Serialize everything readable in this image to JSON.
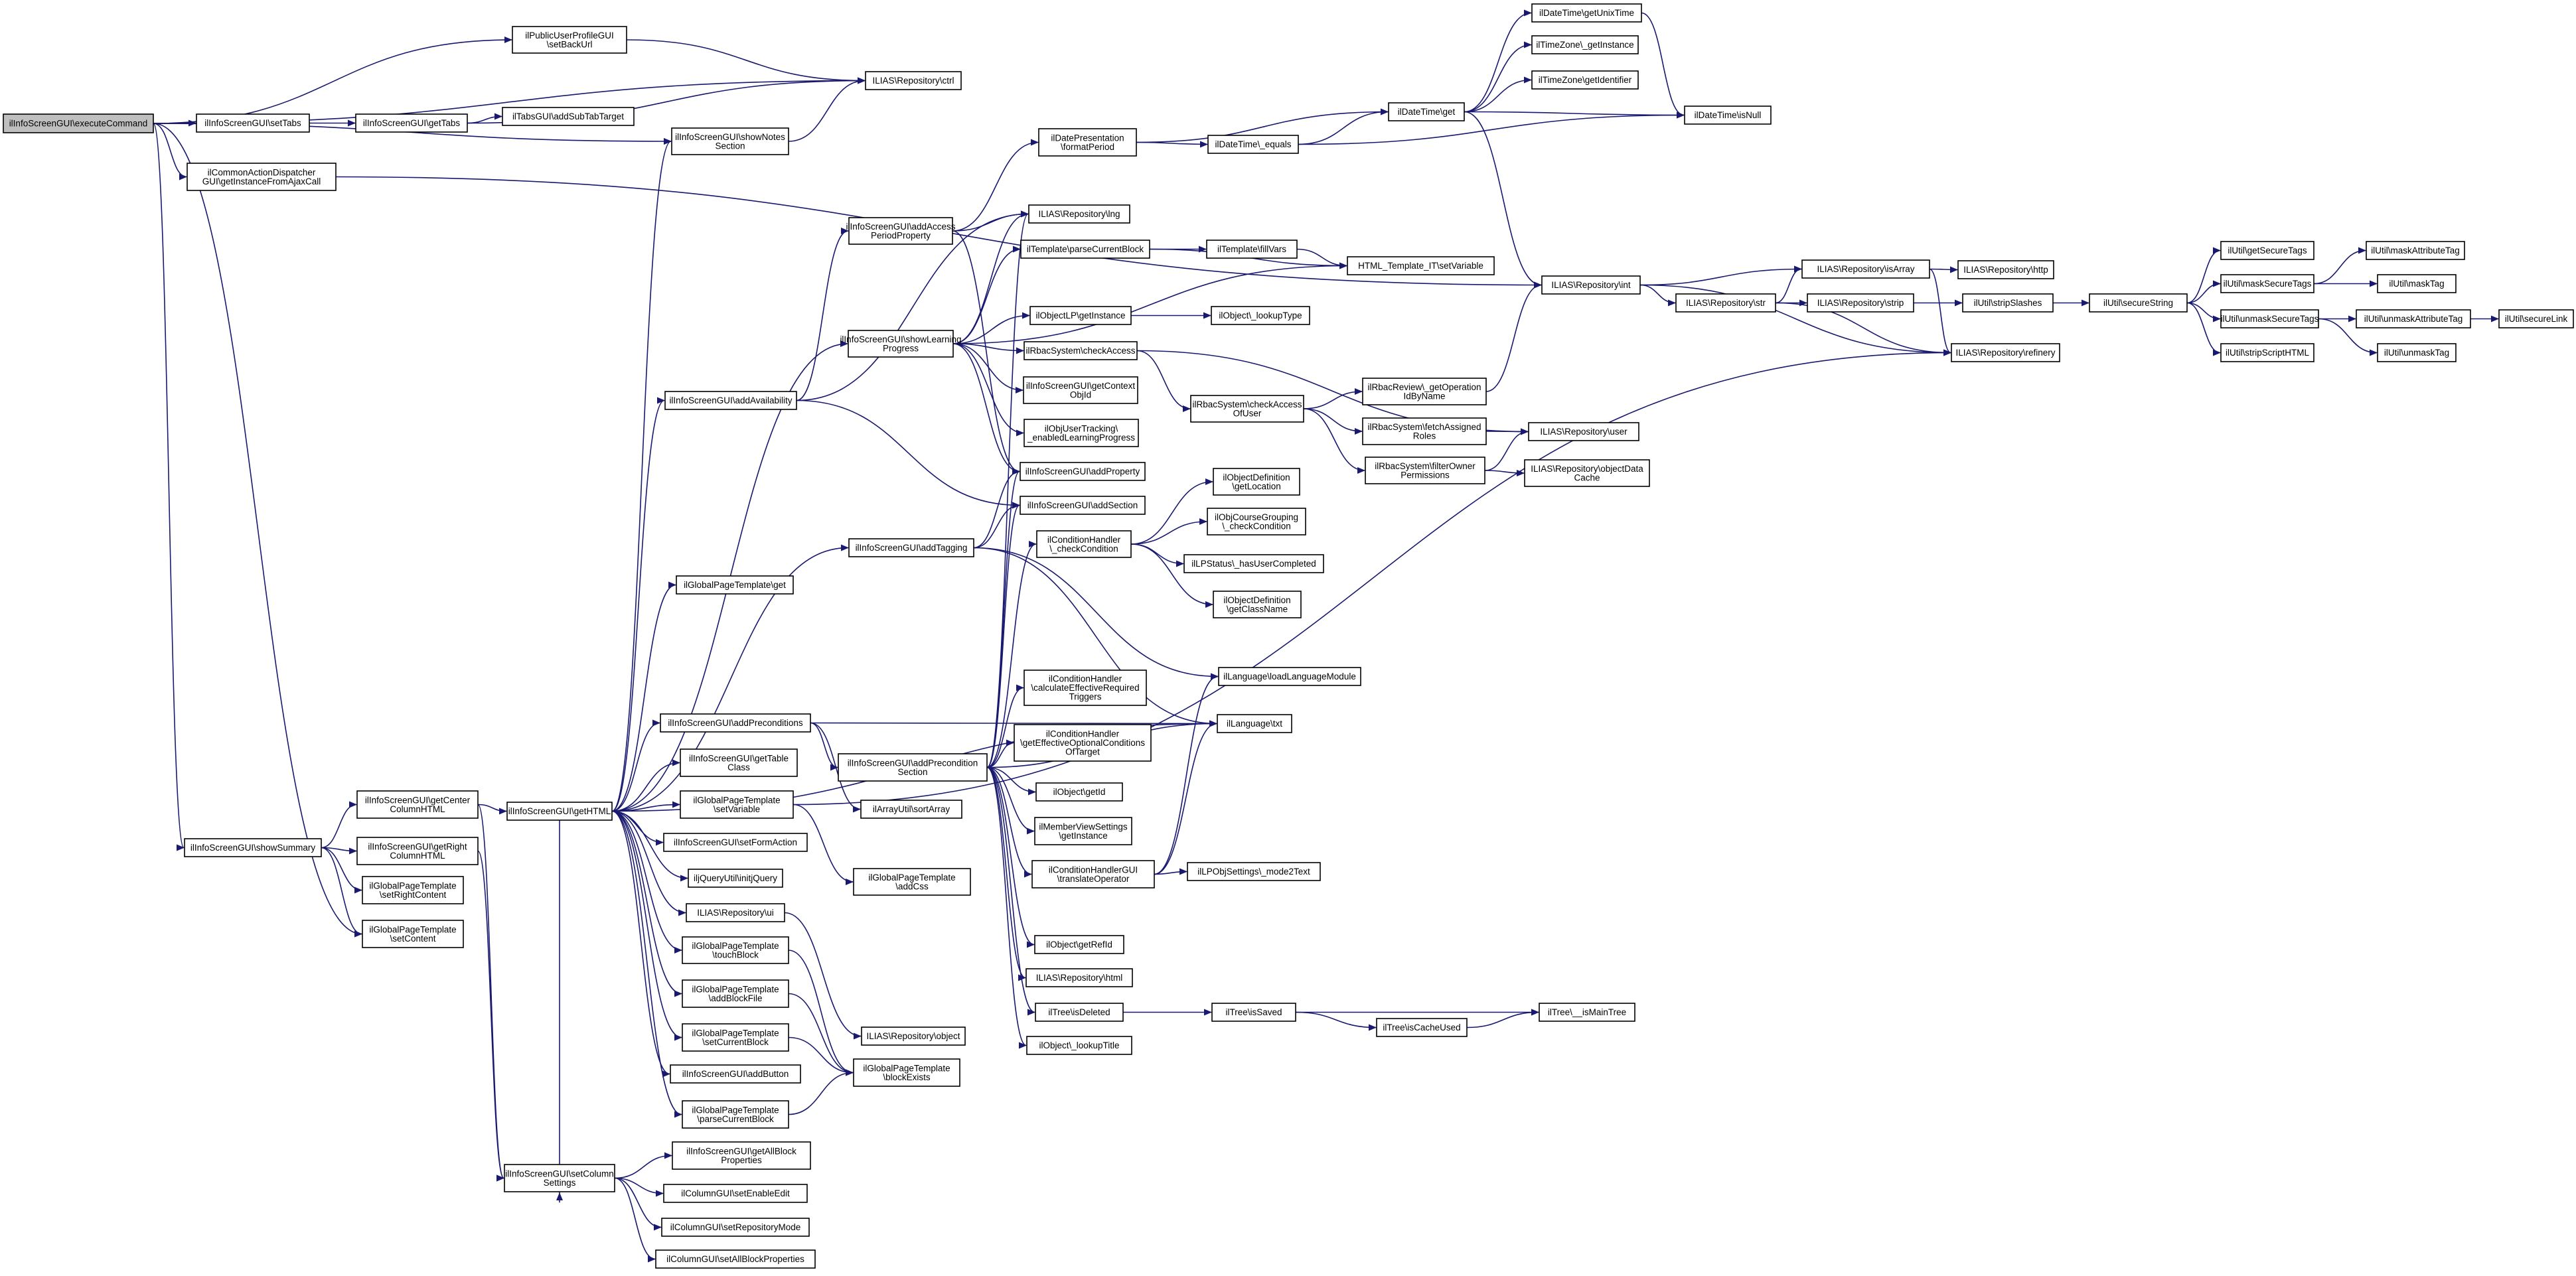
{
  "colors": {
    "edge": "#191970",
    "node_border": "#000000",
    "node_fill": "#ffffff",
    "root_fill": "#bfbfbf"
  },
  "nodes": [
    {
      "id": "n0",
      "lines": [
        "ilInfoScreenGUI\\executeCommand"
      ],
      "root": true
    },
    {
      "id": "n1",
      "lines": [
        "ilPublicUserProfileGUI",
        "\\setBackUrl"
      ]
    },
    {
      "id": "n2",
      "lines": [
        "ILIAS\\Repository\\ctrl"
      ]
    },
    {
      "id": "n3",
      "lines": [
        "ilInfoScreenGUI\\setTabs"
      ]
    },
    {
      "id": "n4",
      "lines": [
        "ilInfoScreenGUI\\getTabs"
      ]
    },
    {
      "id": "n5",
      "lines": [
        "ilTabsGUI\\addSubTabTarget"
      ]
    },
    {
      "id": "n6",
      "lines": [
        "ilInfoScreenGUI\\showNotes",
        "Section"
      ]
    },
    {
      "id": "n7",
      "lines": [
        "ilCommonActionDispatcher",
        "GUI\\getInstanceFromAjaxCall"
      ]
    },
    {
      "id": "n8",
      "lines": [
        "ilDatePresentation",
        "\\formatPeriod"
      ]
    },
    {
      "id": "n9",
      "lines": [
        "ilDateTime\\getUnixTime"
      ]
    },
    {
      "id": "n10",
      "lines": [
        "ilTimeZone\\_getInstance"
      ]
    },
    {
      "id": "n11",
      "lines": [
        "ilTimeZone\\getIdentifier"
      ]
    },
    {
      "id": "n12",
      "lines": [
        "ilDateTime\\get"
      ]
    },
    {
      "id": "n13",
      "lines": [
        "ilDateTime\\isNull"
      ]
    },
    {
      "id": "n14",
      "lines": [
        "ilDateTime\\_equals"
      ]
    },
    {
      "id": "n15",
      "lines": [
        "ilInfoScreenGUI\\addAccess",
        "PeriodProperty"
      ]
    },
    {
      "id": "n16",
      "lines": [
        "ILIAS\\Repository\\lng"
      ]
    },
    {
      "id": "n17",
      "lines": [
        "ilTemplate\\parseCurrentBlock"
      ]
    },
    {
      "id": "n18",
      "lines": [
        "ilTemplate\\fillVars"
      ]
    },
    {
      "id": "n19",
      "lines": [
        "HTML_Template_IT\\setVariable"
      ]
    },
    {
      "id": "n20",
      "lines": [
        "ILIAS\\Repository\\int"
      ]
    },
    {
      "id": "n21",
      "lines": [
        "ILIAS\\Repository\\isArray"
      ]
    },
    {
      "id": "n22",
      "lines": [
        "ILIAS\\Repository\\http"
      ]
    },
    {
      "id": "n23",
      "lines": [
        "ILIAS\\Repository\\str"
      ]
    },
    {
      "id": "n24",
      "lines": [
        "ILIAS\\Repository\\strip"
      ]
    },
    {
      "id": "n25",
      "lines": [
        "ilUtil\\stripSlashes"
      ]
    },
    {
      "id": "n26",
      "lines": [
        "ilUtil\\secureString"
      ]
    },
    {
      "id": "n27",
      "lines": [
        "ilUtil\\getSecureTags"
      ]
    },
    {
      "id": "n28",
      "lines": [
        "ilUtil\\maskSecureTags"
      ]
    },
    {
      "id": "n29",
      "lines": [
        "ilUtil\\maskAttributeTag"
      ]
    },
    {
      "id": "n30",
      "lines": [
        "ilUtil\\maskTag"
      ]
    },
    {
      "id": "n31",
      "lines": [
        "ilUtil\\unmaskSecureTags"
      ]
    },
    {
      "id": "n32",
      "lines": [
        "ilUtil\\unmaskAttributeTag"
      ]
    },
    {
      "id": "n33",
      "lines": [
        "ilUtil\\secureLink"
      ]
    },
    {
      "id": "n34",
      "lines": [
        "ilUtil\\unmaskTag"
      ]
    },
    {
      "id": "n35",
      "lines": [
        "ilUtil\\stripScriptHTML"
      ]
    },
    {
      "id": "n36",
      "lines": [
        "ILIAS\\Repository\\refinery"
      ]
    },
    {
      "id": "n37",
      "lines": [
        "ilInfoScreenGUI\\showLearning",
        "Progress"
      ]
    },
    {
      "id": "n38",
      "lines": [
        "ilObjectLP\\getInstance"
      ]
    },
    {
      "id": "n39",
      "lines": [
        "ilObject\\_lookupType"
      ]
    },
    {
      "id": "n40",
      "lines": [
        "ilRbacSystem\\checkAccess"
      ]
    },
    {
      "id": "n41",
      "lines": [
        "ilInfoScreenGUI\\getContext",
        "ObjId"
      ]
    },
    {
      "id": "n42",
      "lines": [
        "ilRbacSystem\\checkAccess",
        "OfUser"
      ]
    },
    {
      "id": "n43",
      "lines": [
        "ilRbacReview\\_getOperation",
        "IdByName"
      ]
    },
    {
      "id": "n44",
      "lines": [
        "ilObjUserTracking\\",
        "_enabledLearningProgress"
      ]
    },
    {
      "id": "n45",
      "lines": [
        "ilRbacSystem\\fetchAssigned",
        "Roles"
      ]
    },
    {
      "id": "n46",
      "lines": [
        "ILIAS\\Repository\\user"
      ]
    },
    {
      "id": "n47",
      "lines": [
        "ilInfoScreenGUI\\addAvailability"
      ]
    },
    {
      "id": "n48",
      "lines": [
        "ilRbacSystem\\filterOwner",
        "Permissions"
      ]
    },
    {
      "id": "n49",
      "lines": [
        "ILIAS\\Repository\\objectData",
        "Cache"
      ]
    },
    {
      "id": "n50",
      "lines": [
        "ilInfoScreenGUI\\addProperty"
      ]
    },
    {
      "id": "n51",
      "lines": [
        "ilInfoScreenGUI\\addSection"
      ]
    },
    {
      "id": "n52",
      "lines": [
        "ilObjectDefinition",
        "\\getLocation"
      ]
    },
    {
      "id": "n53",
      "lines": [
        "ilInfoScreenGUI\\addTagging"
      ]
    },
    {
      "id": "n54",
      "lines": [
        "ilConditionHandler",
        "\\_checkCondition"
      ]
    },
    {
      "id": "n55",
      "lines": [
        "ilObjCourseGrouping",
        "\\_checkCondition"
      ]
    },
    {
      "id": "n56",
      "lines": [
        "ilLPStatus\\_hasUserCompleted"
      ]
    },
    {
      "id": "n57",
      "lines": [
        "ilGlobalPageTemplate\\get"
      ]
    },
    {
      "id": "n58",
      "lines": [
        "ilObjectDefinition",
        "\\getClassName"
      ]
    },
    {
      "id": "n59",
      "lines": [
        "ilLanguage\\loadLanguageModule"
      ]
    },
    {
      "id": "n60",
      "lines": [
        "ilConditionHandler",
        "\\calculateEffectiveRequired",
        "Triggers"
      ]
    },
    {
      "id": "n61",
      "lines": [
        "ilInfoScreenGUI\\addPreconditions"
      ]
    },
    {
      "id": "n62",
      "lines": [
        "ilConditionHandler",
        "\\getEffectiveOptionalConditions",
        "OfTarget"
      ]
    },
    {
      "id": "n63",
      "lines": [
        "ilInfoScreenGUI\\getTable",
        "Class"
      ]
    },
    {
      "id": "n64",
      "lines": [
        "ilInfoScreenGUI\\addPrecondition",
        "Section"
      ]
    },
    {
      "id": "n65",
      "lines": [
        "ilLanguage\\txt"
      ]
    },
    {
      "id": "n66",
      "lines": [
        "ilInfoScreenGUI\\getCenter",
        "ColumnHTML"
      ]
    },
    {
      "id": "n67",
      "lines": [
        "ilInfoScreenGUI\\getHTML"
      ]
    },
    {
      "id": "n68",
      "lines": [
        "ilArrayUtil\\sortArray"
      ]
    },
    {
      "id": "n69",
      "lines": [
        "ilObject\\getId"
      ]
    },
    {
      "id": "n70",
      "lines": [
        "ilGlobalPageTemplate",
        "\\setVariable"
      ]
    },
    {
      "id": "n71",
      "lines": [
        "ilMemberViewSettings",
        "\\getInstance"
      ]
    },
    {
      "id": "n72",
      "lines": [
        "ilInfoScreenGUI\\showSummary"
      ]
    },
    {
      "id": "n73",
      "lines": [
        "ilInfoScreenGUI\\getRight",
        "ColumnHTML"
      ]
    },
    {
      "id": "n74",
      "lines": [
        "ilInfoScreenGUI\\setFormAction"
      ]
    },
    {
      "id": "n75",
      "lines": [
        "ilGlobalPageTemplate",
        "\\setRightContent"
      ]
    },
    {
      "id": "n76",
      "lines": [
        "iljQueryUtil\\initjQuery"
      ]
    },
    {
      "id": "n77",
      "lines": [
        "ilConditionHandlerGUI",
        "\\translateOperator"
      ]
    },
    {
      "id": "n78",
      "lines": [
        "ilLPObjSettings\\_mode2Text"
      ]
    },
    {
      "id": "n79",
      "lines": [
        "ilGlobalPageTemplate",
        "\\addCss"
      ]
    },
    {
      "id": "n80",
      "lines": [
        "ILIAS\\Repository\\ui"
      ]
    },
    {
      "id": "n81",
      "lines": [
        "ilGlobalPageTemplate",
        "\\setContent"
      ]
    },
    {
      "id": "n82",
      "lines": [
        "ilGlobalPageTemplate",
        "\\touchBlock"
      ]
    },
    {
      "id": "n83",
      "lines": [
        "ilObject\\getRefId"
      ]
    },
    {
      "id": "n84",
      "lines": [
        "ILIAS\\Repository\\html"
      ]
    },
    {
      "id": "n85",
      "lines": [
        "ilGlobalPageTemplate",
        "\\addBlockFile"
      ]
    },
    {
      "id": "n86",
      "lines": [
        "ilTree\\isDeleted"
      ]
    },
    {
      "id": "n87",
      "lines": [
        "ilTree\\isSaved"
      ]
    },
    {
      "id": "n88",
      "lines": [
        "ilTree\\__isMainTree"
      ]
    },
    {
      "id": "n89",
      "lines": [
        "ilTree\\isCacheUsed"
      ]
    },
    {
      "id": "n90",
      "lines": [
        "ilGlobalPageTemplate",
        "\\setCurrentBlock"
      ]
    },
    {
      "id": "n91",
      "lines": [
        "ILIAS\\Repository\\object"
      ]
    },
    {
      "id": "n92",
      "lines": [
        "ilObject\\_lookupTitle"
      ]
    },
    {
      "id": "n93",
      "lines": [
        "ilInfoScreenGUI\\addButton"
      ]
    },
    {
      "id": "n94",
      "lines": [
        "ilGlobalPageTemplate",
        "\\blockExists"
      ]
    },
    {
      "id": "n95",
      "lines": [
        "ilGlobalPageTemplate",
        "\\parseCurrentBlock"
      ]
    },
    {
      "id": "n96",
      "lines": [
        "ilInfoScreenGUI\\setColumn",
        "Settings"
      ]
    },
    {
      "id": "n97",
      "lines": [
        "ilInfoScreenGUI\\getAllBlock",
        "Properties"
      ]
    },
    {
      "id": "n98",
      "lines": [
        "ilColumnGUI\\setEnableEdit"
      ]
    },
    {
      "id": "n99",
      "lines": [
        "ilColumnGUI\\setRepositoryMode"
      ]
    },
    {
      "id": "n100",
      "lines": [
        "ilColumnGUI\\setAllBlockProperties"
      ]
    }
  ]
}
